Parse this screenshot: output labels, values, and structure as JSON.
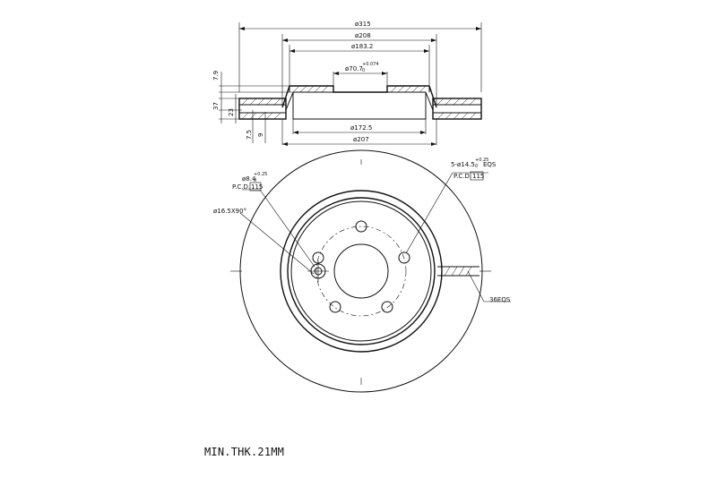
{
  "dimensions": {
    "d315": "ø315",
    "d208": "ø208",
    "d183": "ø183.2",
    "d70": "ø70.7",
    "d70_tol_upper": "+0.074",
    "d70_tol_lower": "0",
    "d1725": "ø172.5",
    "d207": "ø207",
    "h79": "7.9",
    "h37": "37",
    "h23": "23",
    "h75": "7.5",
    "h9": "9"
  },
  "front_view": {
    "left_hole_dia": "ø8.4",
    "left_hole_tol_upper": "+0.25",
    "left_hole_tol_lower": "0",
    "left_pcd_label": "P.C.D.",
    "left_pcd_value": "115",
    "chamfer": "ø16.5X90°",
    "right_hole_spec": "5-ø14.5",
    "right_hole_tol_upper": "+0.25",
    "right_hole_tol_lower": "0",
    "right_hole_suffix": "EQS",
    "right_pcd_label": "P.C.D.",
    "right_pcd_value": "115",
    "vanes": "36EQS"
  },
  "note": "MIN.THK.21MM"
}
